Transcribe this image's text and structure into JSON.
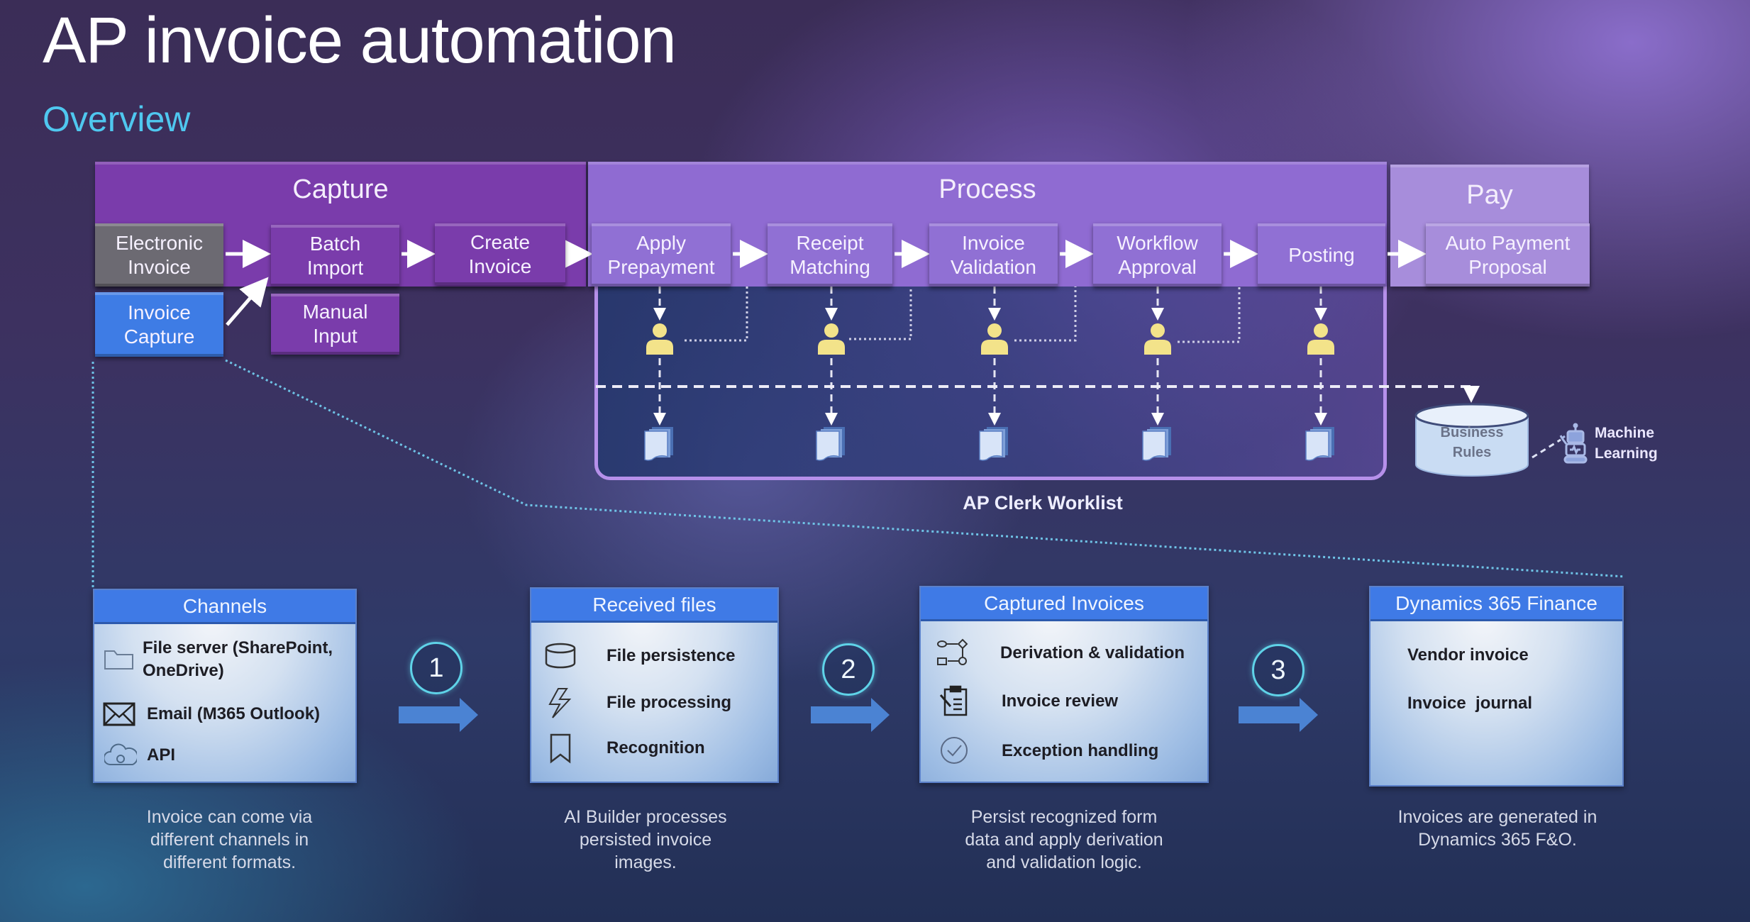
{
  "header": {
    "title": "AP invoice automation",
    "subtitle": "Overview"
  },
  "phases": {
    "capture": "Capture",
    "process": "Process",
    "pay": "Pay"
  },
  "steps": {
    "electronic_invoice": "Electronic\nInvoice",
    "invoice_capture": "Invoice\nCapture",
    "batch_import": "Batch\nImport",
    "manual_input": "Manual\nInput",
    "create_invoice": "Create\nInvoice",
    "apply_prepayment": "Apply\nPrepayment",
    "receipt_matching": "Receipt\nMatching",
    "invoice_validation": "Invoice\nValidation",
    "workflow_approval": "Workflow\nApproval",
    "posting": "Posting",
    "auto_payment_proposal": "Auto Payment\nProposal"
  },
  "worklist": {
    "label": "AP Clerk Worklist",
    "business_rules": [
      "Business",
      "Rules"
    ],
    "machine_learning": [
      "Machine",
      "Learning"
    ]
  },
  "cards": [
    {
      "title": "Channels",
      "items": [
        {
          "icon": "folder-icon",
          "text": "File server (SharePoint,",
          "text2": "OneDrive)"
        },
        {
          "icon": "envelope-icon",
          "text": "Email (M365 Outlook)"
        },
        {
          "icon": "cloud-sync-icon",
          "text": "API"
        }
      ],
      "caption": "Invoice can come via\ndifferent channels in\ndifferent formats."
    },
    {
      "title": "Received files",
      "items": [
        {
          "icon": "database-icon",
          "text": "File persistence"
        },
        {
          "icon": "lightning-icon",
          "text": "File processing"
        },
        {
          "icon": "bookmark-icon",
          "text": "Recognition"
        }
      ],
      "caption": "AI Builder processes\npersisted invoice\nimages."
    },
    {
      "title": "Captured Invoices",
      "items": [
        {
          "icon": "flowchart-icon",
          "text": "Derivation & validation"
        },
        {
          "icon": "clipboard-icon",
          "text": "Invoice review"
        },
        {
          "icon": "checkmark-circle-icon",
          "text": "Exception handling"
        }
      ],
      "caption": "Persist recognized form\ndata and apply derivation\nand validation logic."
    },
    {
      "title": "Dynamics 365 Finance",
      "items": [
        {
          "text": "Vendor invoice"
        },
        {
          "text": "Invoice  journal"
        }
      ],
      "caption": "Invoices are generated in\nDynamics 365 F&O."
    }
  ],
  "step_numbers": [
    "1",
    "2",
    "3"
  ],
  "colors": {
    "capture": "#7a3cab",
    "process": "#9070d4",
    "pay": "#a78ddb",
    "electronic_invoice": "#6c6a72",
    "invoice_capture": "#3e7ce5",
    "card_header": "#3f7ae6",
    "subtitle": "#4fc7ef",
    "worklist_border": "#b690ea",
    "person": "#f3e38a"
  }
}
